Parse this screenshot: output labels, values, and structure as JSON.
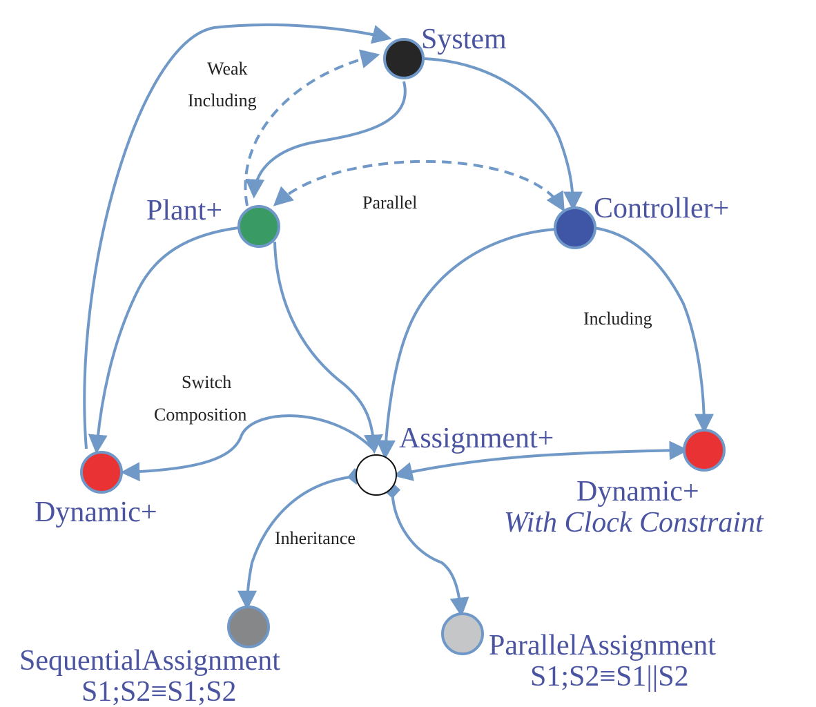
{
  "nodes": {
    "system": {
      "label": "System",
      "color": "#262626"
    },
    "plant": {
      "label": "Plant+",
      "color": "#3a9a64"
    },
    "controller": {
      "label": "Controller+",
      "color": "#3f55a5"
    },
    "dynamic_left": {
      "label": "Dynamic+",
      "color": "#e83233"
    },
    "dynamic_right": {
      "label": "Dynamic+",
      "sublabel": "With Clock Constraint",
      "color": "#e83233"
    },
    "assignment": {
      "label": "Assignment+",
      "color": "#ffffff"
    },
    "sequential": {
      "label": "SequentialAssignment",
      "sublabel": "S1;S2≡S1;S2",
      "color": "#858788"
    },
    "parallel_assign": {
      "label": "ParallelAssignment",
      "sublabel": "S1;S2≡S1||S2",
      "color": "#c5c6c7"
    }
  },
  "edge_labels": {
    "weak_including_1": "Weak",
    "weak_including_2": "Including",
    "parallel": "Parallel",
    "including": "Including",
    "switch_1": "Switch",
    "switch_2": "Composition",
    "inheritance": "Inheritance"
  },
  "colors": {
    "edge": "#7099c8",
    "label_text": "#4a54a0",
    "node_stroke": "#6f98c9"
  }
}
